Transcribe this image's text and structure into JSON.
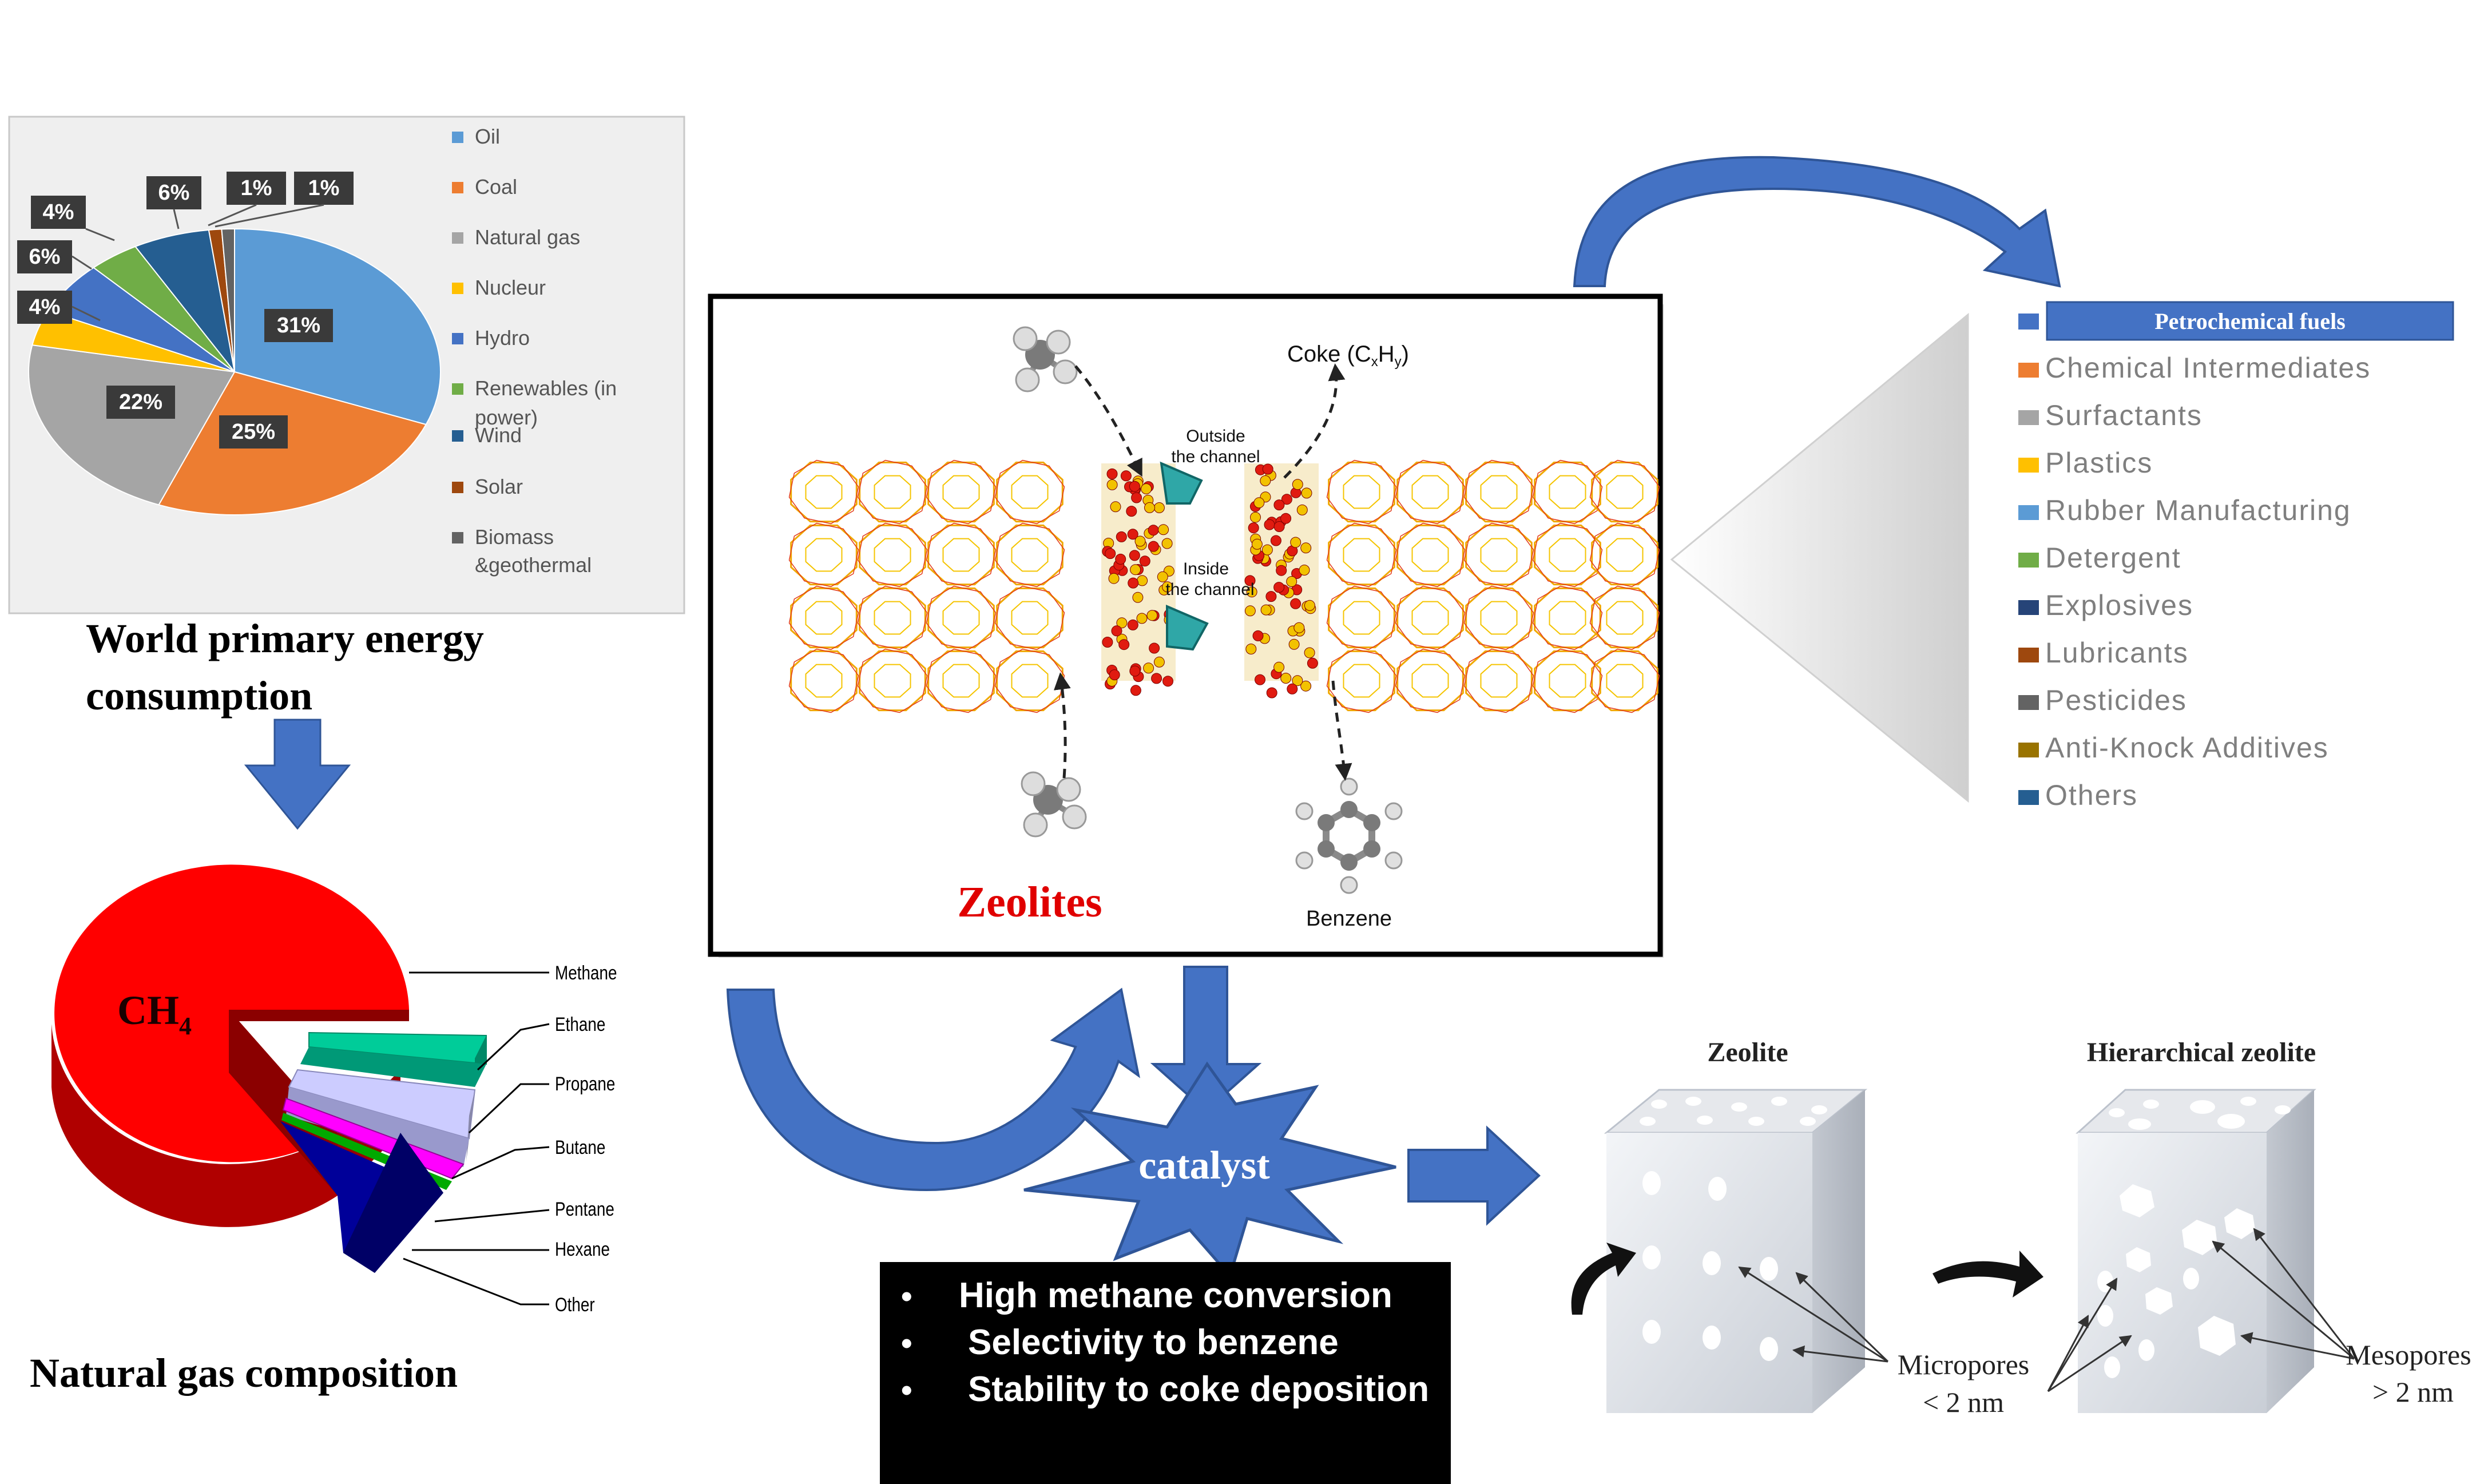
{
  "energy_chart": {
    "title_line1": "World primary energy",
    "title_line2": "consumption",
    "slice_labels": [
      "31%",
      "25%",
      "22%",
      "4%",
      "6%",
      "4%",
      "6%",
      "1%",
      "1%"
    ],
    "legend": [
      "Oil",
      "Coal",
      "Natural gas",
      "Nucleur",
      "Hydro",
      "Renewables (in",
      "power)",
      "Wind",
      "Solar",
      "Biomass",
      "&geothermal"
    ],
    "colors": {
      "oil": "#5b9bd5",
      "coal": "#ed7d31",
      "gas": "#a5a5a5",
      "nuclear": "#ffc000",
      "hydro": "#4472c4",
      "renewables": "#70ad47",
      "wind": "#255e91",
      "solar": "#9e480e",
      "biomass": "#636363"
    }
  },
  "gas_chart": {
    "title": "Natural gas composition",
    "main_label": "CH",
    "main_sub": "4",
    "labels": [
      "Methane",
      "Ethane",
      "Propane",
      "Butane",
      "Pentane",
      "Hexane",
      "Other"
    ],
    "colors": {
      "methane": "#ff0000",
      "ethane": "#00cc99",
      "propane": "#ccccff",
      "butane": "#ff00ff",
      "pentane": "#00aa00",
      "hexane": "#000099"
    }
  },
  "zeolite_box": {
    "coke_label": "Coke (C",
    "coke_x": "x",
    "coke_h": "H",
    "coke_y": "y",
    "coke_close": ")",
    "outside_label1": "Outside",
    "outside_label2": "the channel",
    "inside_label1": "Inside",
    "inside_label2": "the channel",
    "zeolites_label": "Zeolites",
    "benzene_label": "Benzene"
  },
  "petrochem": {
    "highlighted": "Petrochemical fuels",
    "items": [
      "Chemical Intermediates",
      "Surfactants",
      "Plastics",
      "Rubber Manufacturing",
      "Detergent",
      "Explosives",
      "Lubricants",
      "Pesticides",
      "Anti-Knock Additives",
      "Others"
    ],
    "colors": {
      "fuels": "#4472c4",
      "intermediates": "#ed7d31",
      "surfactants": "#a5a5a5",
      "plastics": "#ffc000",
      "rubber": "#5b9bd5",
      "detergent": "#70ad47",
      "explosives": "#264478",
      "lubricants": "#9e480e",
      "pesticides": "#636363",
      "antiknock": "#997300",
      "others": "#255e91"
    }
  },
  "catalyst": {
    "label": "catalyst",
    "bullets": [
      "High methane conversion",
      "Selectivity to benzene",
      "Stability to coke deposition"
    ]
  },
  "cubes": {
    "zeolite_title": "Zeolite",
    "hier_title": "Hierarchical zeolite",
    "micro_label": "Micropores",
    "micro_size": "< 2 nm",
    "meso_label": "Mesopores",
    "meso_size": "> 2 nm"
  },
  "accent_blue": "#4472c4"
}
